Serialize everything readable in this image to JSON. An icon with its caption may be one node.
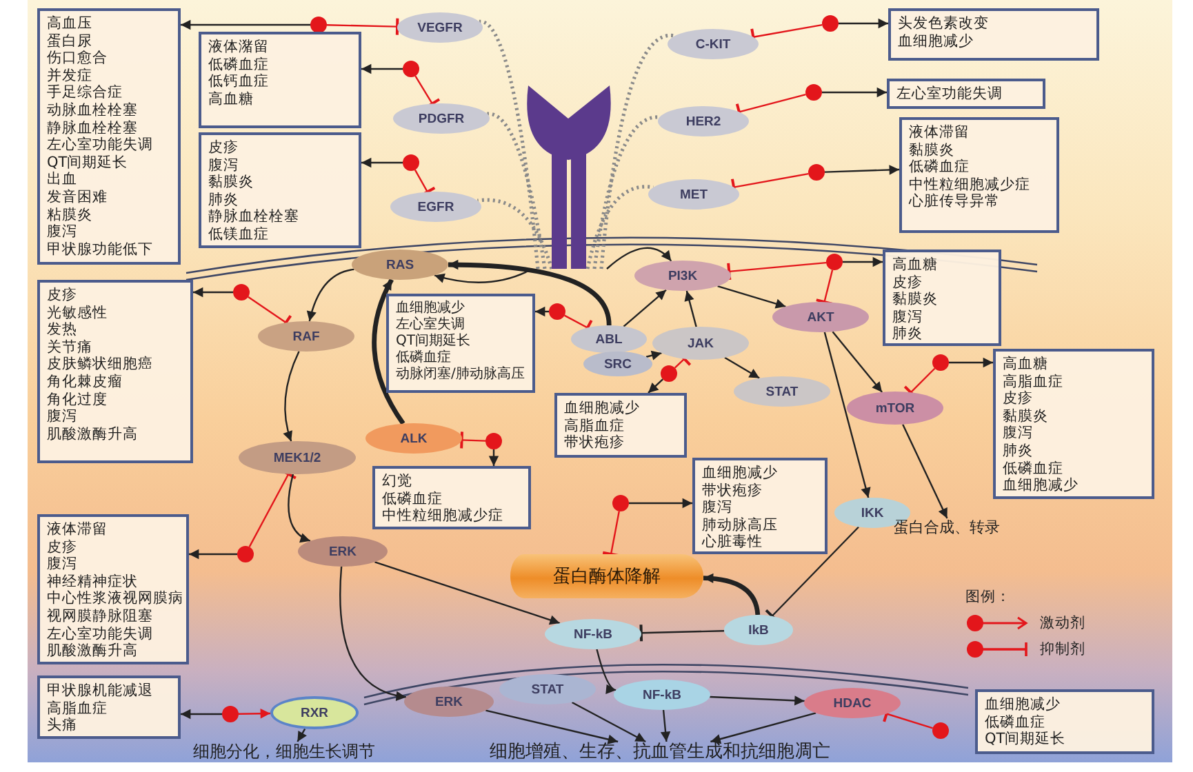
{
  "diagram": {
    "nodes": [
      {
        "text": [
          "高血压",
          "蛋白尿",
          "伤口愈合",
          "并发症",
          "手足综合症",
          "动脉血栓栓塞",
          "静脉血栓栓塞",
          "左心室功能失调",
          "QT间期延长",
          "出血",
          "发音困难",
          "粘膜炎",
          "腹泻",
          "甲状腺功能低下"
        ]
      },
      {
        "text": [],
        "shape": "circle"
      },
      {
        "text": [
          "VEGFR"
        ]
      },
      {
        "text": [
          "液体潴留",
          "低磷血症",
          "低钙血症",
          "高血糖"
        ]
      },
      {
        "text": [],
        "shape": "circle"
      },
      {
        "text": [
          "PDGFR"
        ]
      },
      {
        "text": [
          "皮疹",
          "腹泻",
          "黏膜炎",
          "肺炎",
          "静脉血栓栓塞",
          "低镁血症"
        ]
      },
      {
        "text": [],
        "shape": "circle"
      },
      {
        "text": [
          "EGFR"
        ]
      },
      {
        "text": [],
        "shape": "picture"
      },
      {
        "text": [
          "C-KIT"
        ]
      },
      {
        "text": [],
        "shape": "circle"
      },
      {
        "text": [
          "头发色素改变",
          "血细胞减少"
        ]
      },
      {
        "text": [
          "HER2"
        ]
      },
      {
        "text": [],
        "shape": "circle"
      },
      {
        "text": [
          "左心室功能失调"
        ]
      },
      {
        "text": [
          "MET"
        ]
      },
      {
        "text": [],
        "shape": "circle"
      },
      {
        "text": [
          "液体滞留",
          "黏膜炎",
          "低磷血症",
          "中性粒细胞减少症",
          "心脏传导异常"
        ]
      },
      {
        "text": [
          "RAS"
        ]
      },
      {
        "text": [
          "PI3K"
        ]
      },
      {
        "text": [],
        "shape": "circle"
      },
      {
        "text": [
          "高血糖",
          "皮疹",
          "黏膜炎",
          "腹泻",
          "肺炎"
        ]
      },
      {
        "text": [
          "皮疹",
          "光敏感性",
          "发热",
          "关节痛",
          "皮肤鳞状细胞癌",
          "角化棘皮瘤",
          "角化过度",
          "腹泻",
          "肌酸激酶升高"
        ]
      },
      {
        "text": [],
        "shape": "circle"
      },
      {
        "text": [
          "RAF"
        ]
      },
      {
        "text": [
          "血细胞减少",
          "左心室失调",
          "QT间期延长",
          "低磷血症",
          "动脉闭塞/肺动脉高压"
        ]
      },
      {
        "text": [],
        "shape": "circle"
      },
      {
        "text": [
          "ABL"
        ]
      },
      {
        "text": [
          "SRC"
        ]
      },
      {
        "text": [
          "JAK"
        ]
      },
      {
        "text": [
          "AKT"
        ]
      },
      {
        "text": [],
        "shape": "circle"
      },
      {
        "text": [
          "血细胞减少",
          "高脂血症",
          "带状疱疹"
        ]
      },
      {
        "text": [
          "STAT"
        ]
      },
      {
        "text": [],
        "shape": "circle"
      },
      {
        "text": [
          "mTOR"
        ]
      },
      {
        "text": [
          "高血糖",
          "高脂血症",
          "皮疹",
          "黏膜炎",
          "腹泻",
          "肺炎",
          "低磷血症",
          "血细胞减少"
        ]
      },
      {
        "text": [
          "MEK1/2"
        ]
      },
      {
        "text": [
          "ALK"
        ]
      },
      {
        "text": [],
        "shape": "circle"
      },
      {
        "text": [
          "幻觉",
          "低磷血症",
          "中性粒细胞减少症"
        ]
      },
      {
        "text": [
          "液体滞留",
          "皮疹",
          "腹泻",
          "神经精神症状",
          "中心性浆液视网膜病",
          "视网膜静脉阻塞",
          "左心室功能失调",
          "肌酸激酶升高"
        ]
      },
      {
        "text": [],
        "shape": "circle"
      },
      {
        "text": [
          "ERK"
        ]
      },
      {
        "text": [],
        "shape": "circle"
      },
      {
        "text": [
          "血细胞减少",
          "带状疱疹",
          "腹泻",
          "肺动脉高压",
          "心脏毒性"
        ]
      },
      {
        "text": [
          "IKK"
        ]
      },
      {
        "text": [
          "蛋白合成、转录"
        ]
      },
      {
        "text": [
          "蛋白酶体降解"
        ]
      },
      {
        "text": [
          "NF-kB"
        ]
      },
      {
        "text": [
          "IkB"
        ]
      },
      {
        "text": [
          "甲状腺机能减退",
          "高脂血症",
          "头痛"
        ]
      },
      {
        "text": [],
        "shape": "circle"
      },
      {
        "text": [
          "RXR"
        ]
      },
      {
        "text": [
          "ERK"
        ]
      },
      {
        "text": [
          "STAT"
        ]
      },
      {
        "text": [
          "NF-kB"
        ]
      },
      {
        "text": [
          "HDAC"
        ]
      },
      {
        "text": [],
        "shape": "circle"
      },
      {
        "text": [
          "血细胞减少",
          "低磷血症",
          "QT间期延长"
        ]
      },
      {
        "text": [
          "细胞分化，细胞生长调节"
        ]
      },
      {
        "text": [
          "细胞增殖、生存、抗血管生成和抗细胞凋亡"
        ]
      }
    ],
    "edges": [
      {
        "from": 1,
        "to": 2,
        "arrow": "other",
        "color": "#e3161b"
      },
      {
        "from": 1,
        "to": 0,
        "arrow": "to"
      },
      {
        "from": 4,
        "to": 5,
        "arrow": "other",
        "color": "#e3161b"
      },
      {
        "from": 4,
        "to": 3,
        "arrow": "to"
      },
      {
        "from": 7,
        "to": 8,
        "arrow": "other",
        "color": "#e3161b"
      },
      {
        "from": 7,
        "to": 6,
        "arrow": "to"
      },
      {
        "from": 11,
        "to": 10,
        "arrow": "other",
        "color": "#e3161b"
      },
      {
        "from": 11,
        "to": 12,
        "arrow": "to"
      },
      {
        "from": 14,
        "to": 13,
        "arrow": "other",
        "color": "#e3161b"
      },
      {
        "from": 14,
        "to": 15,
        "arrow": "to"
      },
      {
        "from": 17,
        "to": 16,
        "arrow": "other",
        "color": "#e3161b"
      },
      {
        "from": 17,
        "to": 18,
        "arrow": "to"
      },
      {
        "from": 21,
        "to": 20,
        "arrow": "other",
        "color": "#e3161b"
      },
      {
        "from": 21,
        "to": 31,
        "arrow": "other",
        "color": "#e3161b"
      },
      {
        "from": 21,
        "to": 22,
        "arrow": "to"
      },
      {
        "from": 24,
        "to": 25,
        "arrow": "other",
        "color": "#e3161b"
      },
      {
        "from": 24,
        "to": 23,
        "arrow": "to"
      },
      {
        "from": 27,
        "to": 28,
        "arrow": "other",
        "color": "#e3161b"
      },
      {
        "from": 27,
        "to": 26,
        "arrow": "to"
      },
      {
        "from": 32,
        "to": 30,
        "arrow": "other",
        "color": "#e3161b"
      },
      {
        "from": 32,
        "to": 33,
        "arrow": "to"
      },
      {
        "from": 35,
        "to": 36,
        "arrow": "other",
        "color": "#e3161b"
      },
      {
        "from": 35,
        "to": 37,
        "arrow": "to"
      },
      {
        "from": 40,
        "to": 39,
        "arrow": "other",
        "color": "#e3161b"
      },
      {
        "from": 40,
        "to": 41,
        "arrow": "to"
      },
      {
        "from": 43,
        "to": 38,
        "arrow": "other",
        "color": "#e3161b"
      },
      {
        "from": 43,
        "to": 42,
        "arrow": "to"
      },
      {
        "from": 45,
        "to": 49,
        "arrow": "other",
        "color": "#e3161b"
      },
      {
        "from": 45,
        "to": 46,
        "arrow": "to"
      },
      {
        "from": 53,
        "to": 54,
        "arrow": "to",
        "color": "#e3161b"
      },
      {
        "from": 53,
        "to": 52,
        "arrow": "to"
      },
      {
        "from": 59,
        "to": 58,
        "arrow": "other",
        "color": "#e3161b"
      },
      {
        "from": 9,
        "to": 2,
        "arrow": "none",
        "style": "dashed",
        "color": "#8a8a8a"
      },
      {
        "from": 9,
        "to": 5,
        "arrow": "none",
        "style": "dashed",
        "color": "#8a8a8a"
      },
      {
        "from": 9,
        "to": 8,
        "arrow": "none",
        "style": "dashed",
        "color": "#8a8a8a"
      },
      {
        "from": 9,
        "to": 10,
        "arrow": "none",
        "style": "dashed",
        "color": "#8a8a8a"
      },
      {
        "from": 9,
        "to": 13,
        "arrow": "none",
        "style": "dashed",
        "color": "#8a8a8a"
      },
      {
        "from": 9,
        "to": 16,
        "arrow": "none",
        "style": "dashed",
        "color": "#8a8a8a"
      },
      {
        "from": 9,
        "to": 19,
        "arrow": "to"
      },
      {
        "from": 9,
        "to": 20,
        "arrow": "to"
      },
      {
        "from": 28,
        "to": 19,
        "arrow": "to",
        "style": "thick"
      },
      {
        "from": 39,
        "to": 19,
        "arrow": "to",
        "style": "thick"
      },
      {
        "from": 19,
        "to": 25,
        "arrow": "to"
      },
      {
        "from": 25,
        "to": 38,
        "arrow": "to"
      },
      {
        "from": 38,
        "to": 44,
        "arrow": "to"
      },
      {
        "from": 44,
        "to": 55,
        "arrow": "to"
      },
      {
        "from": 44,
        "to": 50,
        "arrow": "to"
      },
      {
        "from": 28,
        "to": 20,
        "arrow": "to"
      },
      {
        "from": 29,
        "to": 30,
        "arrow": "to"
      },
      {
        "from": 30,
        "to": 20,
        "arrow": "to"
      },
      {
        "from": 30,
        "to": 34,
        "arrow": "to"
      },
      {
        "from": 20,
        "to": 31,
        "arrow": "to"
      },
      {
        "from": 31,
        "to": 36,
        "arrow": "to"
      },
      {
        "from": 31,
        "to": 47,
        "arrow": "to"
      },
      {
        "from": 36,
        "to": 48,
        "arrow": "to"
      },
      {
        "from": 47,
        "to": 51,
        "arrow": "other"
      },
      {
        "from": 51,
        "to": 49,
        "arrow": "to",
        "style": "thick"
      },
      {
        "from": 51,
        "to": 50,
        "arrow": "other"
      },
      {
        "from": 50,
        "to": 57,
        "arrow": "to"
      },
      {
        "from": 57,
        "to": 58,
        "arrow": "to"
      },
      {
        "from": 58,
        "to": 62,
        "arrow": "to"
      },
      {
        "from": 55,
        "to": 62,
        "arrow": "to"
      },
      {
        "from": 56,
        "to": 62,
        "arrow": "to"
      },
      {
        "from": 57,
        "to": 62,
        "arrow": "to"
      },
      {
        "from": 54,
        "to": 61,
        "arrow": "to"
      }
    ],
    "labels": [
      "图例："
    ],
    "legend": [
      {
        "text": "激动剂"
      },
      {
        "text": "抑制剂"
      }
    ]
  }
}
